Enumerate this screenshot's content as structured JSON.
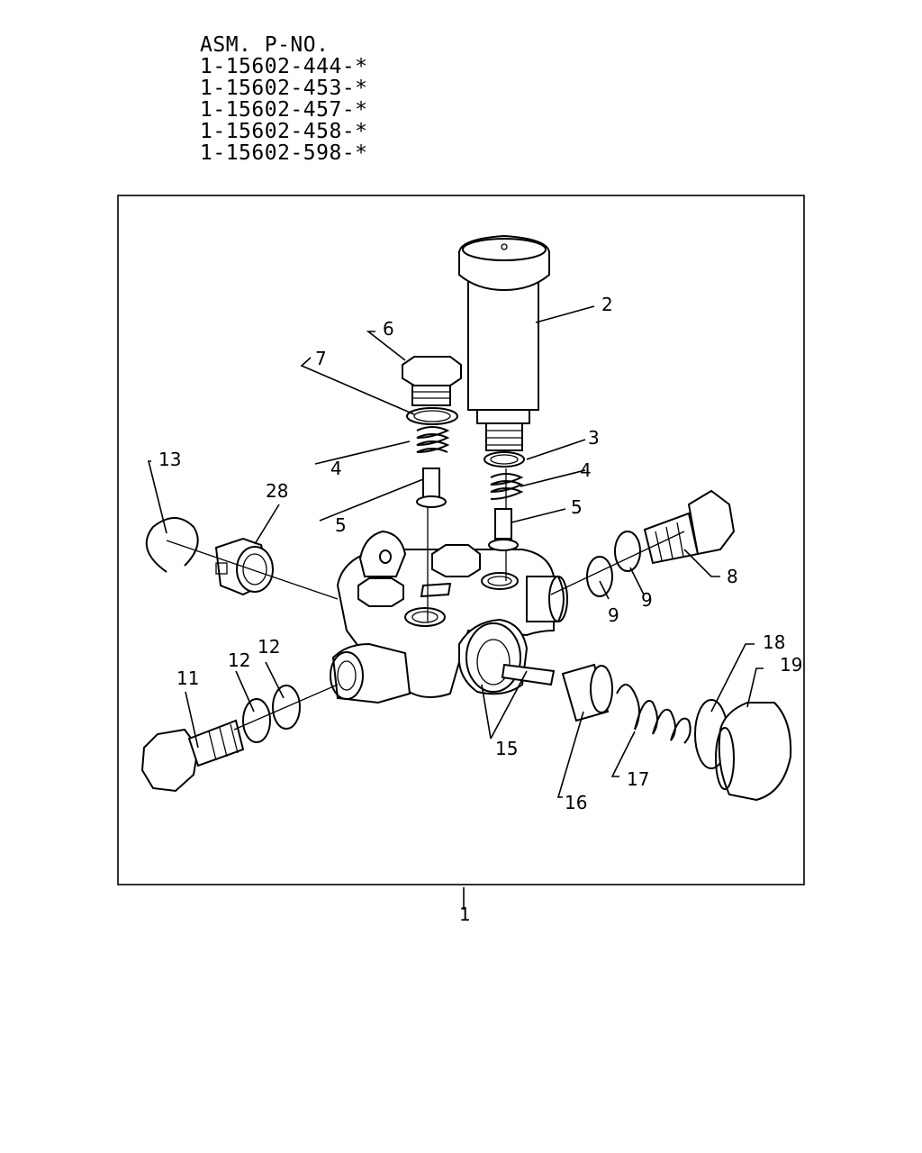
{
  "header": {
    "title": "ASM. P-NO.",
    "part_numbers": [
      "1-15602-444-*",
      "1-15602-453-*",
      "1-15602-457-*",
      "1-15602-458-*",
      "1-15602-598-*"
    ]
  },
  "callouts": {
    "c1": "1",
    "c2": "2",
    "c3": "3",
    "c4a": "4",
    "c4b": "4",
    "c5a": "5",
    "c5b": "5",
    "c6": "6",
    "c7": "7",
    "c8": "8",
    "c9a": "9",
    "c9b": "9",
    "c11": "11",
    "c12a": "12",
    "c12b": "12",
    "c13": "13",
    "c15": "15",
    "c16": "16",
    "c17": "17",
    "c18": "18",
    "c19": "19",
    "c28": "28"
  }
}
